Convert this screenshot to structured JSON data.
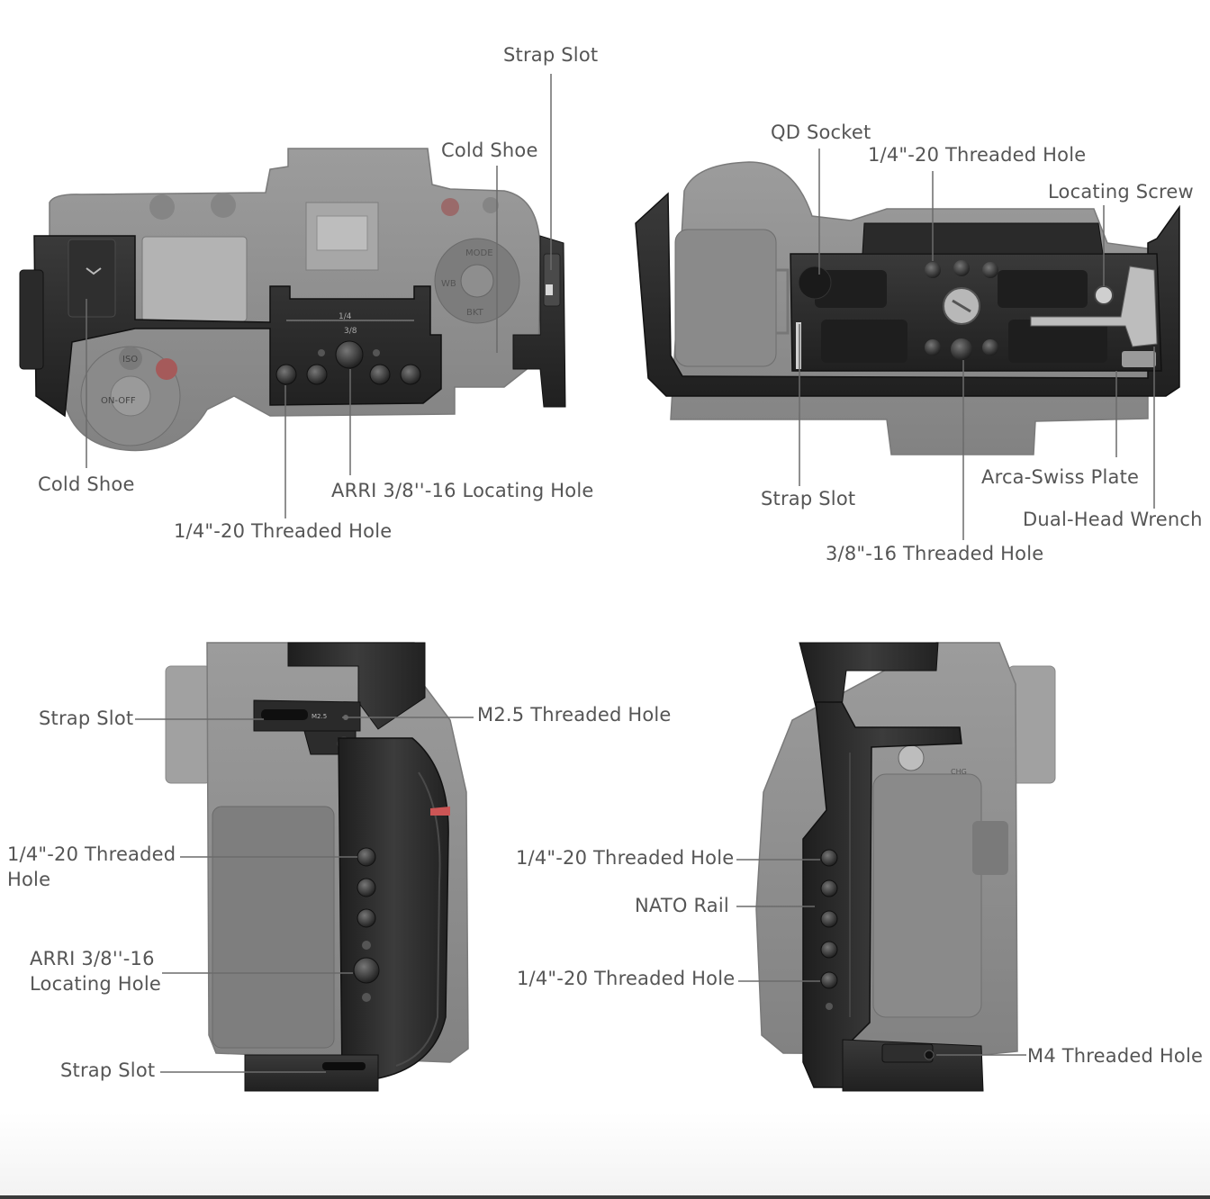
{
  "panels": {
    "top_view": {
      "labels": {
        "strap_slot": "Strap Slot",
        "cold_shoe_right": "Cold Shoe",
        "cold_shoe_left": "Cold Shoe",
        "arri_locating_hole": "ARRI 3/8''-16 Locating Hole",
        "threaded_hole_quarter": "1/4\"-20 Threaded Hole"
      },
      "engravings": {
        "quarter": "1/4",
        "three_eighths": "3/8",
        "mode": "MODE",
        "wb": "WB",
        "bkt": "BKT",
        "iso": "ISO",
        "on_off": "ON-OFF"
      }
    },
    "bottom_view": {
      "labels": {
        "qd_socket": "QD Socket",
        "threaded_hole_quarter": "1/4\"-20 Threaded Hole",
        "locating_screw": "Locating Screw",
        "strap_slot": "Strap Slot",
        "arca_swiss_plate": "Arca-Swiss Plate",
        "dual_head_wrench": "Dual-Head Wrench",
        "threaded_hole_three_eighths": "3/8\"-16 Threaded Hole"
      }
    },
    "left_side_view": {
      "labels": {
        "strap_slot_top": "Strap Slot",
        "m25_threaded_hole": "M2.5 Threaded Hole",
        "threaded_hole_quarter": "1/4\"-20 Threaded\nHole",
        "arri_locating_hole": "ARRI 3/8''-16\nLocating Hole",
        "strap_slot_bottom": "Strap Slot"
      },
      "engravings": {
        "m25": "M2.5"
      }
    },
    "right_side_view": {
      "labels": {
        "threaded_hole_quarter_top": "1/4\"-20 Threaded Hole",
        "nato_rail": "NATO Rail",
        "threaded_hole_quarter_bottom": "1/4\"-20 Threaded Hole",
        "m4_threaded_hole": "M4 Threaded Hole"
      },
      "engravings": {
        "chg": "CHG"
      }
    }
  },
  "colors": {
    "label_text": "#555555",
    "leader_line": "#6b6b6b",
    "camera_body": "#8f8f8f",
    "camera_dark": "#6f6f6f",
    "cage_metal": "#2b2b2b",
    "cage_edge": "#474747",
    "background": "#ffffff"
  }
}
